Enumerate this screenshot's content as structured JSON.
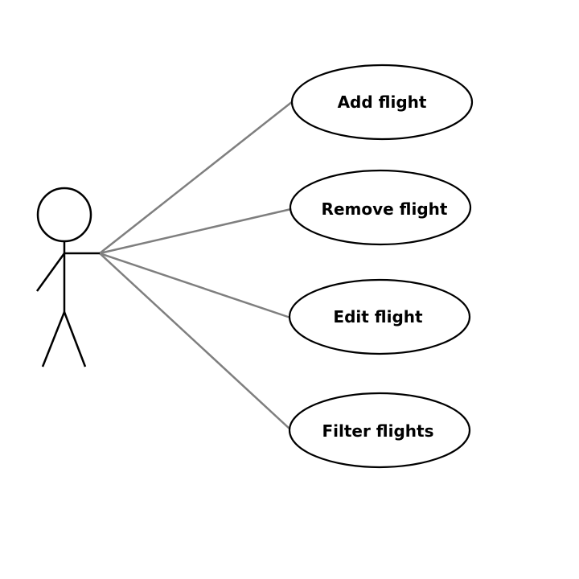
{
  "actor": {
    "label": ""
  },
  "use_cases": [
    {
      "id": "add",
      "label": "Add flight"
    },
    {
      "id": "remove",
      "label": "Remove flight"
    },
    {
      "id": "edit",
      "label": "Edit flight"
    },
    {
      "id": "filter",
      "label": "Filter flights"
    }
  ],
  "colors": {
    "association_line": "#7f7f7f",
    "outline": "#000000",
    "background": "#ffffff"
  }
}
